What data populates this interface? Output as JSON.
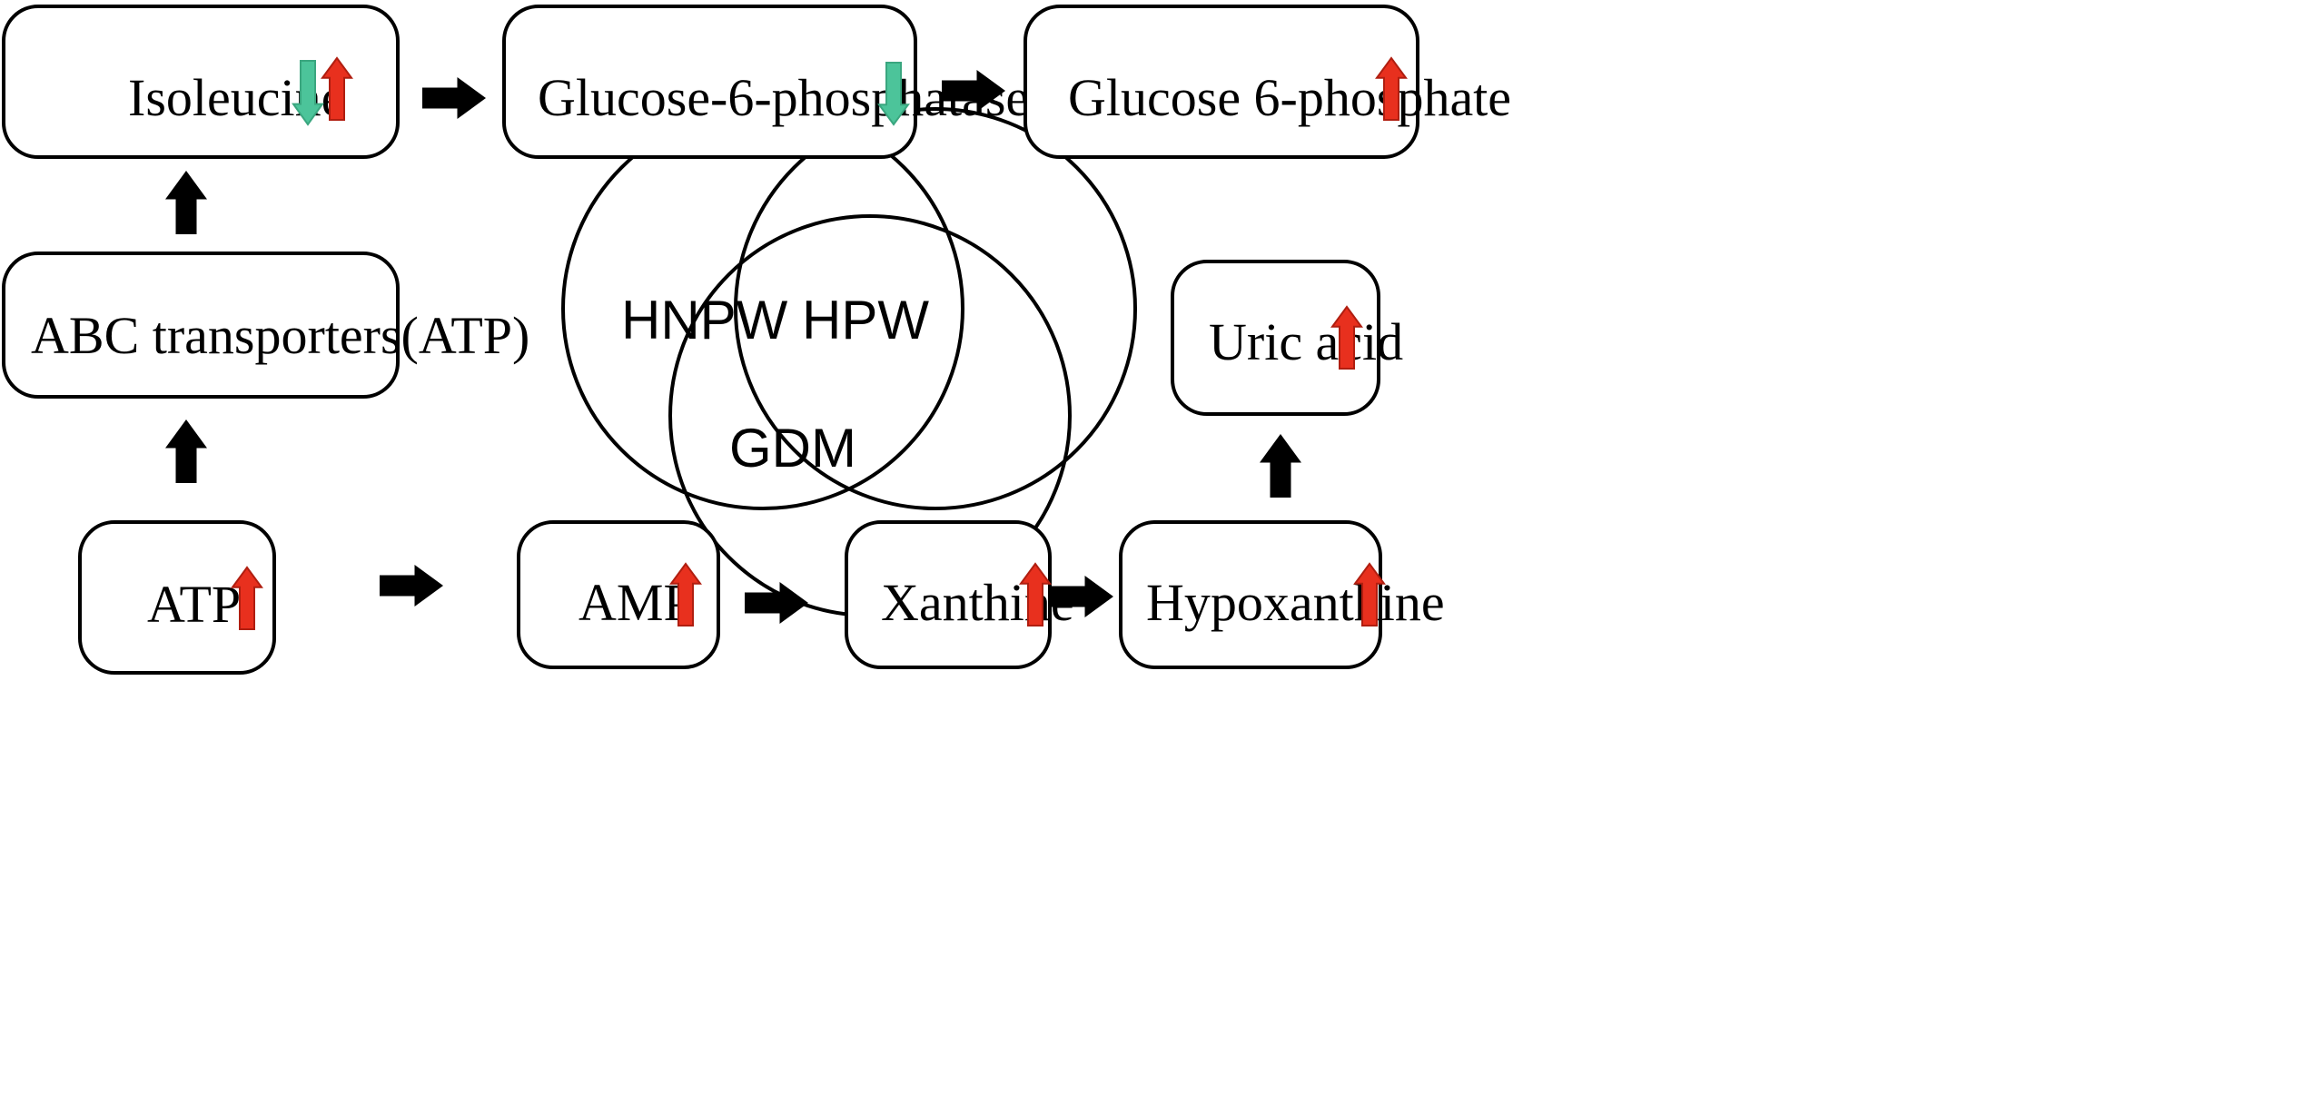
{
  "colors": {
    "up": "#e8301e",
    "down": "#4cc49a",
    "arrow": "#000000"
  },
  "legend_icons": {
    "up": "red-up-arrow-icon",
    "down": "green-down-arrow-icon",
    "flow": "black-flow-arrow-icon"
  },
  "nodes": {
    "isoleucine": {
      "label": "Isoleucine",
      "change": [
        "down",
        "up"
      ]
    },
    "glucose_6_phosphatase": {
      "label": "Glucose-6-phosphatase",
      "change": [
        "down"
      ]
    },
    "glucose_6_phosphate": {
      "label": "Glucose 6-phosphate",
      "change": [
        "up"
      ]
    },
    "abc_transporters": {
      "label": "ABC transporters(ATP)",
      "change": []
    },
    "uric_acid": {
      "label": "Uric acid",
      "change": [
        "up"
      ]
    },
    "atp": {
      "label": "ATP",
      "change": [
        "up"
      ]
    },
    "amp": {
      "label": "AMP",
      "change": [
        "up"
      ]
    },
    "xanthine": {
      "label": "Xanthine",
      "change": [
        "up"
      ]
    },
    "hypoxanthine": {
      "label": "Hypoxanthine",
      "change": [
        "up"
      ]
    }
  },
  "edges": [
    {
      "from": "atp",
      "to": "abc_transporters"
    },
    {
      "from": "abc_transporters",
      "to": "isoleucine"
    },
    {
      "from": "isoleucine",
      "to": "glucose_6_phosphatase"
    },
    {
      "from": "glucose_6_phosphatase",
      "to": "glucose_6_phosphate"
    },
    {
      "from": "atp",
      "to": "amp"
    },
    {
      "from": "amp",
      "to": "xanthine"
    },
    {
      "from": "xanthine",
      "to": "hypoxanthine"
    },
    {
      "from": "hypoxanthine",
      "to": "uric_acid"
    }
  ],
  "venn": {
    "sets": [
      "HNPW",
      "HPW",
      "GDM"
    ]
  }
}
